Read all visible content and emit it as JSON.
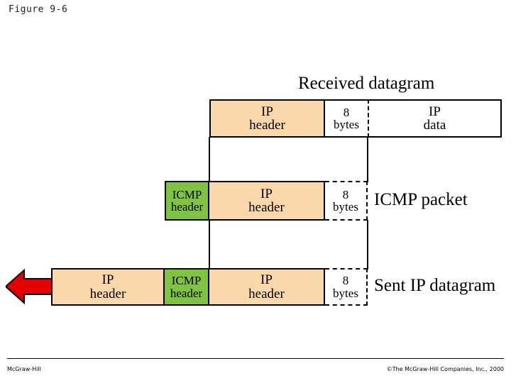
{
  "slide": {
    "figure_label": "Figure 9-6"
  },
  "diagram": {
    "type": "packet-encapsulation",
    "colors": {
      "ip_header_fill": "#fad8ac",
      "icmp_header_fill": "#80c342",
      "data_fill": "#ffffff",
      "outline": "#000000",
      "arrow": "#e30000"
    },
    "rows": [
      {
        "id": "received-datagram",
        "caption": "Received datagram",
        "caption_position": "above",
        "cells": [
          {
            "line1": "IP",
            "line2": "header",
            "fill": "ip_header_fill",
            "border": "solid"
          },
          {
            "line1": "8",
            "line2": "bytes",
            "fill": "data_fill",
            "border": "solid"
          },
          {
            "line1": "IP",
            "line2": "data",
            "fill": "data_fill",
            "border": "dashed-left"
          }
        ]
      },
      {
        "id": "icmp-packet",
        "caption": "ICMP packet",
        "caption_position": "right",
        "cells": [
          {
            "line1": "ICMP",
            "line2": "header",
            "fill": "icmp_header_fill",
            "border": "solid"
          },
          {
            "line1": "IP",
            "line2": "header",
            "fill": "ip_header_fill",
            "border": "solid"
          },
          {
            "line1": "8",
            "line2": "bytes",
            "fill": "data_fill",
            "border": "dashed"
          }
        ]
      },
      {
        "id": "sent-ip-datagram",
        "caption": "Sent IP datagram",
        "caption_position": "right",
        "arrow": {
          "direction": "left",
          "color": "#e30000"
        },
        "cells": [
          {
            "line1": "IP",
            "line2": "header",
            "fill": "ip_header_fill",
            "border": "solid"
          },
          {
            "line1": "ICMP",
            "line2": "header",
            "fill": "icmp_header_fill",
            "border": "solid"
          },
          {
            "line1": "IP",
            "line2": "header",
            "fill": "ip_header_fill",
            "border": "solid"
          },
          {
            "line1": "8",
            "line2": "bytes",
            "fill": "data_fill",
            "border": "dashed"
          }
        ]
      }
    ]
  },
  "footer": {
    "left": "McGraw-Hill",
    "right": "©The McGraw-Hill Companies, Inc., 2000"
  }
}
